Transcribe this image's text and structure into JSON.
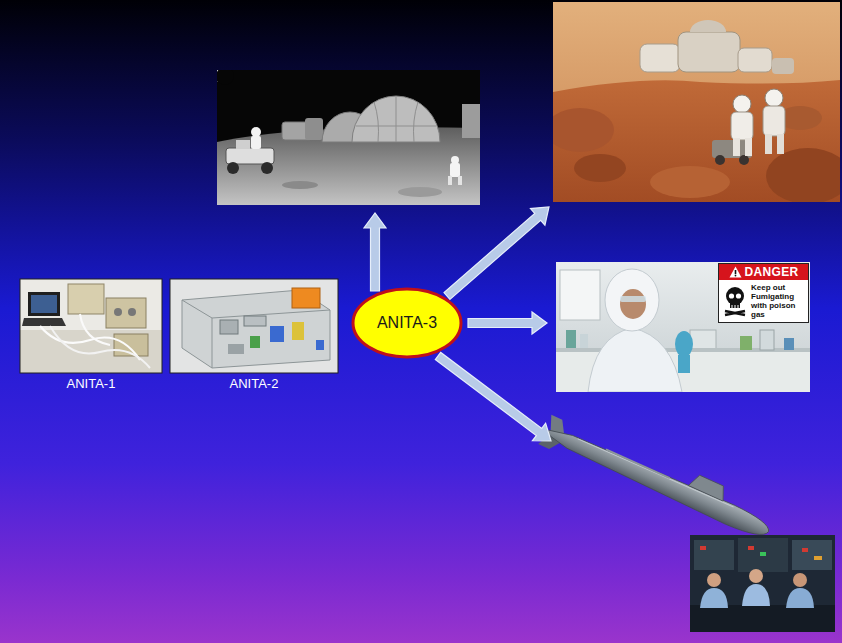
{
  "diagram": {
    "nodes": [
      {
        "text": [
          "ANITA-1"
        ]
      },
      {
        "text": [
          "ANITA-2"
        ]
      },
      {
        "text": [
          "ANITA-3"
        ]
      },
      {
        "text": [
          "DANGER",
          "Keep out Fumigating with poison gas"
        ]
      }
    ]
  }
}
